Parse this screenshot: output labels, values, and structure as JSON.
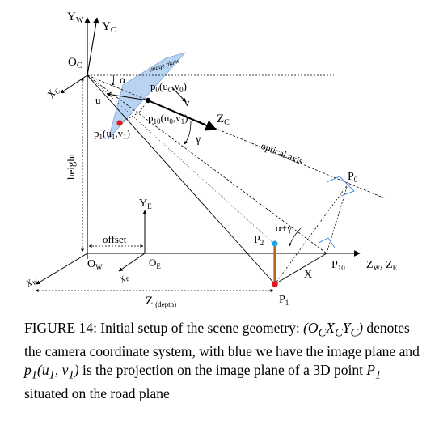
{
  "axes": {
    "yw": "Y",
    "yw_sub": "W",
    "yc": "Y",
    "yc_sub": "C",
    "oc": "O",
    "oc_sub": "C",
    "xc": "X",
    "xc_sub": "C",
    "u": "u",
    "v": "v",
    "zc": "Z",
    "zc_sub": "C",
    "ow": "O",
    "ow_sub": "W",
    "xw": "X",
    "xw_sub": "W",
    "ye": "Y",
    "ye_sub": "E",
    "oe": "O",
    "oe_sub": "E",
    "xe": "X",
    "xe_sub": "E",
    "zw_ze": "Z",
    "zw_sub": "W",
    "ze_sep": ", Z",
    "ze_sub": "E"
  },
  "labels": {
    "image_plane": "Image plane",
    "alpha": "α",
    "gamma": "γ",
    "alpha_gamma": "α+γ",
    "p0": "p",
    "p0_sub": "0",
    "p0_args": "(u",
    "p0_a_sub": "0",
    "p0_mid": ",v",
    "p0_b_sub": "0",
    "p0_close": ")",
    "p10": "p",
    "p10_sub": "10",
    "p10_args": "(u",
    "p10_a_sub": "0",
    "p10_mid": ",v",
    "p10_b_sub": "1",
    "p10_close": ")",
    "p1": "p",
    "p1_sub": "1",
    "p1_args": "(u",
    "p1_a_sub": "1",
    "p1_mid": ",v",
    "p1_b_sub": "1",
    "p1_close": ")",
    "optical_axis": "optical axis",
    "height": "height",
    "offset": "offset",
    "depth": "Z",
    "depth_sub": "(depth)",
    "P0": "P",
    "P0_sub": "0",
    "P10": "P",
    "P10_sub": "10",
    "P1": "P",
    "P1_sub": "1",
    "P2": "P",
    "P2_sub": "2",
    "X": "X"
  },
  "caption": {
    "prefix": "FIGURE 14: Initial setup of the scene geometry: ",
    "sys": "(O",
    "sys_c1": "C",
    "sys_x": "X",
    "sys_c2": "C",
    "sys_y": "Y",
    "sys_c3": "C",
    "sys_close": ")",
    "mid1": " denotes the camera coordinate system, with blue we have the image plane and ",
    "p1": "p",
    "p1_sub": "1",
    "p1_args": "(u",
    "p1_a_sub": "1",
    "p1_mid": ", v",
    "p1_b_sub": "1",
    "p1_close": ")",
    "mid2": " is the projection on the image plane of a 3D point ",
    "P1": "P",
    "P1_sub": "1",
    "suffix": " situated on the road plane"
  },
  "colors": {
    "image_plane_fill": "#b9d3f2",
    "point_red": "#e8141e",
    "point_cyan": "#1fa3e0",
    "pole": "#b5651d",
    "square_stroke": "#5a8fd8"
  }
}
